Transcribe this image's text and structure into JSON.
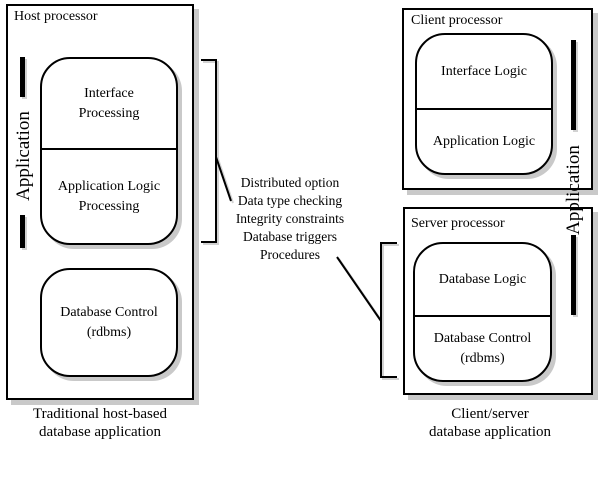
{
  "host": {
    "title": "Host processor",
    "side_label": "Application",
    "unit1_top": [
      "Interface",
      "Processing"
    ],
    "unit1_bottom": [
      "Application Logic",
      "Processing"
    ],
    "unit2": [
      "Database Control",
      "(rdbms)"
    ],
    "caption": [
      "Traditional host-based",
      "database application"
    ]
  },
  "client": {
    "title": "Client processor",
    "cell_top": "Interface Logic",
    "cell_bottom": "Application Logic"
  },
  "server": {
    "title": "Server processor",
    "cell_top": "Database Logic",
    "cell_bottom": [
      "Database Control",
      "(rdbms)"
    ]
  },
  "right": {
    "side_label": "Application",
    "caption": [
      "Client/server",
      "database application"
    ]
  },
  "middle": {
    "notes": [
      "Distributed option",
      "Data type checking",
      "Integrity constraints",
      "Database triggers",
      "Procedures"
    ]
  },
  "colors": {
    "ink": "#000000",
    "shadow": "#c9c9c9",
    "background": "#ffffff"
  }
}
